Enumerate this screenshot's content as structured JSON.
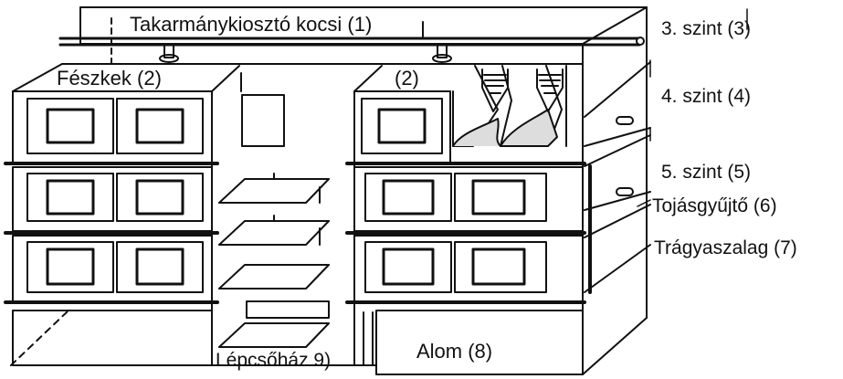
{
  "labels": {
    "feeder": "Takarmánykiosztó kocsi (1)",
    "nests_left": "Fészkek (2)",
    "nests_right": "(2)",
    "level3": "3. szint (3)",
    "level4": "4. szint (4)",
    "level5": "5. szint (5)",
    "egg_collector": "Tojásgyűjtő (6)",
    "manure_belt": "Trágyaszalag (7)",
    "litter": "Alom (8)",
    "stairwell": "Lépcsőház 9)"
  }
}
